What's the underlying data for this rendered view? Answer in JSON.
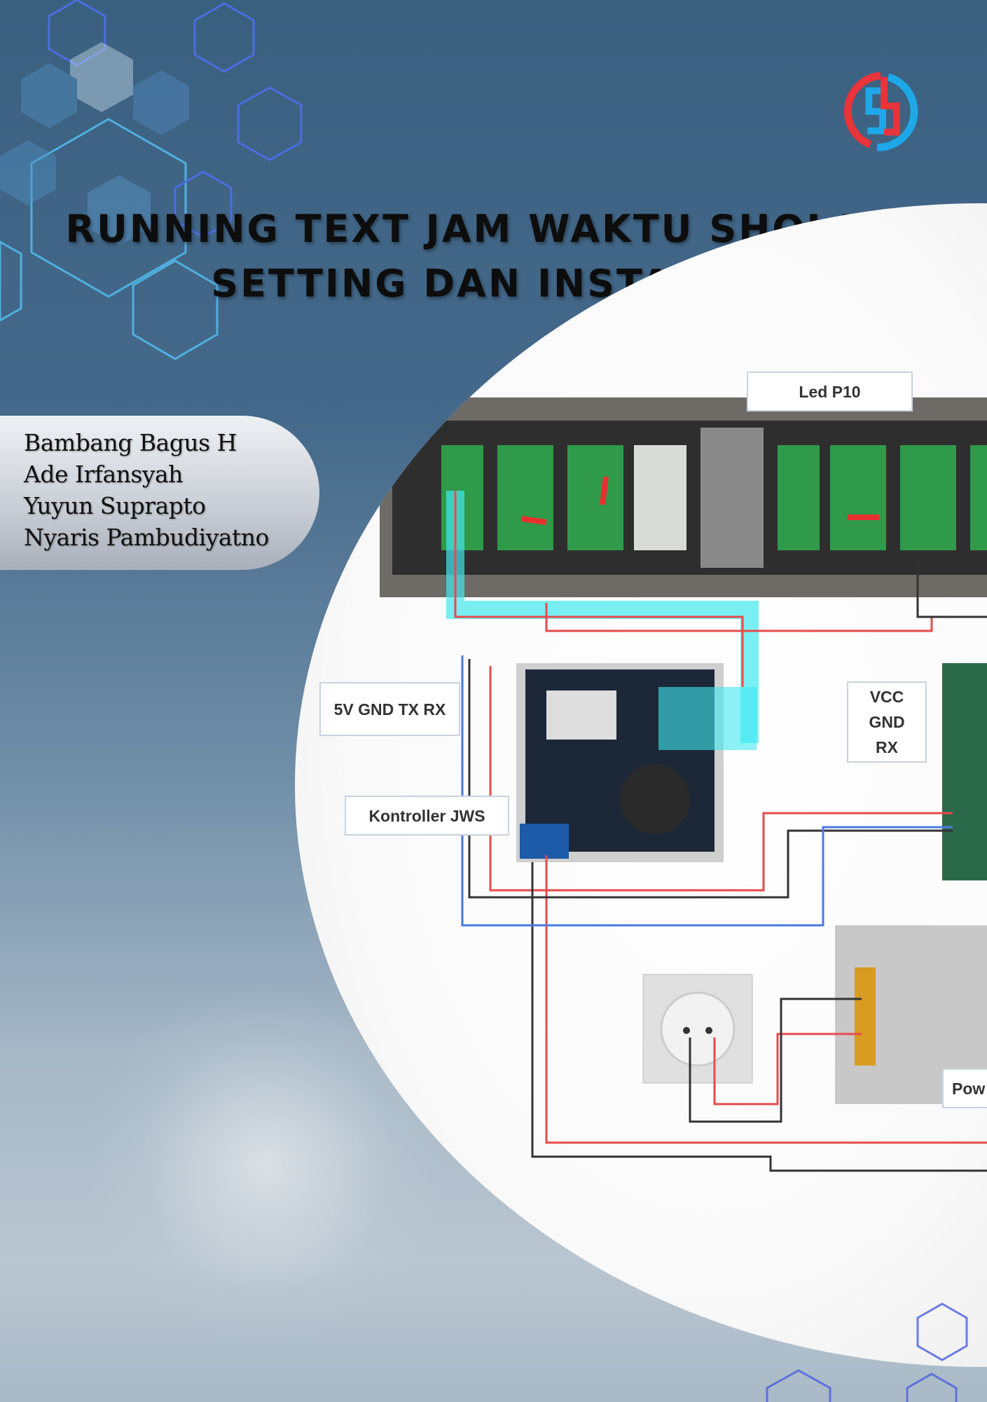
{
  "cover": {
    "title_line1": "RUNNING TEXT JAM WAKTU SHOLAT :",
    "title_line2": "SETTING DAN INSTALASI",
    "authors": [
      "Bambang Bagus H",
      "Ade Irfansyah",
      "Yuyun Suprapto",
      "Nyaris Pambudiyatno"
    ],
    "logo": "publisher-logo-SJ",
    "colors": {
      "background": "#3a6080",
      "logo_red": "#e8343a",
      "logo_blue": "#1ea8e8",
      "wire_red": "#e84a4a",
      "wire_blue": "#4a7ae0",
      "highlight": "#40e0f0"
    }
  },
  "diagram": {
    "label_led": "Led P10",
    "label_pins": "5V GND TX RX",
    "label_controller": "Kontroller JWS",
    "label_relay": [
      "VCC",
      "GND",
      "RX"
    ],
    "label_power": "Pow"
  }
}
